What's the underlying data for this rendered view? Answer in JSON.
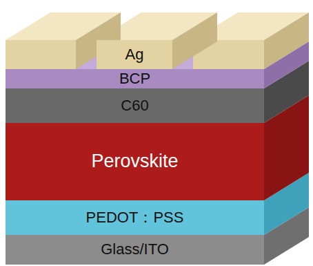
{
  "diagram": {
    "nodes": [
      {
        "text": [
          "Ag"
        ]
      },
      {
        "text": [
          "BCP"
        ]
      },
      {
        "text": [
          "C60"
        ]
      },
      {
        "text": [
          "Perovskite"
        ]
      },
      {
        "text": [
          "PEDOT：PSS"
        ]
      },
      {
        "text": [
          "Glass/ITO"
        ]
      }
    ]
  }
}
